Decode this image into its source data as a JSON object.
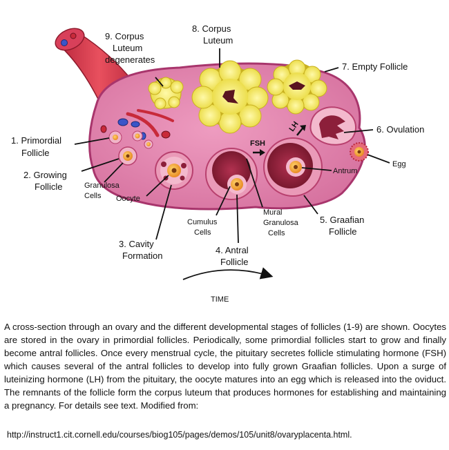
{
  "labels": {
    "corpus_luteum_degenerates": [
      "9. Corpus",
      "Luteum",
      "degenerates"
    ],
    "corpus_luteum": [
      "8. Corpus",
      "Luteum"
    ],
    "empty_follicle": "7. Empty Follicle",
    "ovulation": "6. Ovulation",
    "egg": "Egg",
    "antrum": "Antrum",
    "graafian_follicle": [
      "5. Graafian",
      "Follicle"
    ],
    "mural_granulosa_cells": [
      "Mural",
      "Granulosa",
      "Cells"
    ],
    "antral_follicle": [
      "4. Antral",
      "Follicle"
    ],
    "cumulus_cells": [
      "Cumulus",
      "Cells"
    ],
    "cavity_formation": [
      "3. Cavity",
      "Formation"
    ],
    "oocyte": "Oocyte",
    "granulosa_cells": [
      "Granulosa",
      "Cells"
    ],
    "growing_follicle": [
      "2. Growing",
      "Follicle"
    ],
    "primordial_follicle": [
      "1. Primordial",
      "Follicle"
    ],
    "fsh": "FSH",
    "lh": "LH",
    "time": "TIME"
  },
  "caption": "A cross-section through an ovary and the different developmental stages of follicles (1-9) are shown.  Oocytes are stored in the ovary in primordial follicles. Periodically, some primordial follicles start to grow and finally become antral follicles. Once every menstrual cycle, the pituitary secretes follicle stimulating hormone (FSH) which causes several of the antral follicles to develop into fully grown Graafian follicles. Upon a surge of luteinizing hormone (LH) from the pituitary, the oocyte matures into an egg which is released into the oviduct. The remnants of the follicle form the corpus luteum that produces hormones for establishing and maintaining a pregnancy. For details see text. Modified from:",
  "source_url": "http://instruct1.cit.cornell.edu/courses/biog105/pages/demos/105/unit8/ovaryplacenta.html.",
  "colors": {
    "ovary_fill": "#dd7fa8",
    "ovary_edge": "#a8356c",
    "follicle_fill": "#e7a6c2",
    "corpus_luteum": "#f4ee62",
    "antrum": "#8c1f3a",
    "oocyte": "#f6a02a"
  }
}
